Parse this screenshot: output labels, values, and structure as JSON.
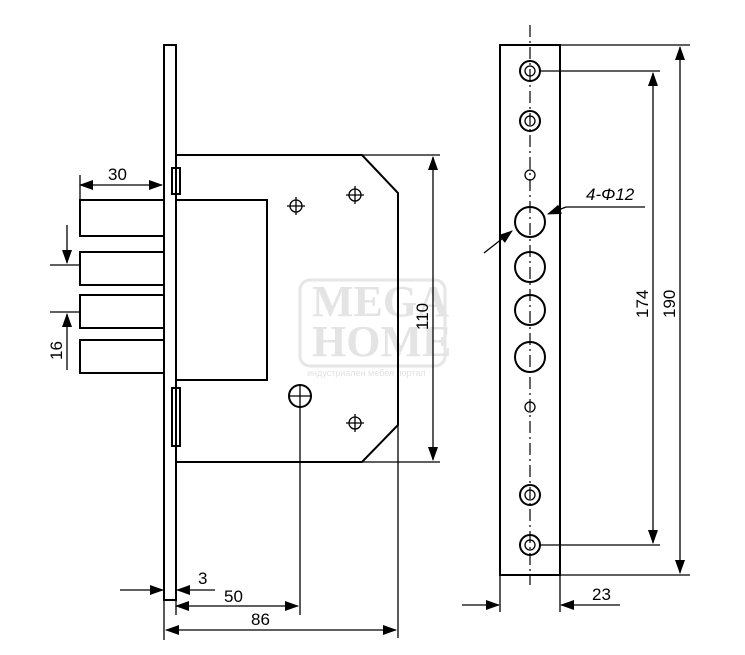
{
  "watermark": {
    "line1": "MEGA",
    "line2": "HOME",
    "tagline": "индустриален мебел портал"
  },
  "dimensions": {
    "bolt_length": "30",
    "bolt_pitch": "16",
    "body_height": "110",
    "faceplate_thickness": "3",
    "backset": "50",
    "body_depth": "86",
    "hole_spec": "4-Φ12",
    "hole_spacing": "174",
    "faceplate_length": "190",
    "faceplate_width": "23"
  },
  "colors": {
    "line": "#000000",
    "watermark": "#e4e4e4"
  }
}
